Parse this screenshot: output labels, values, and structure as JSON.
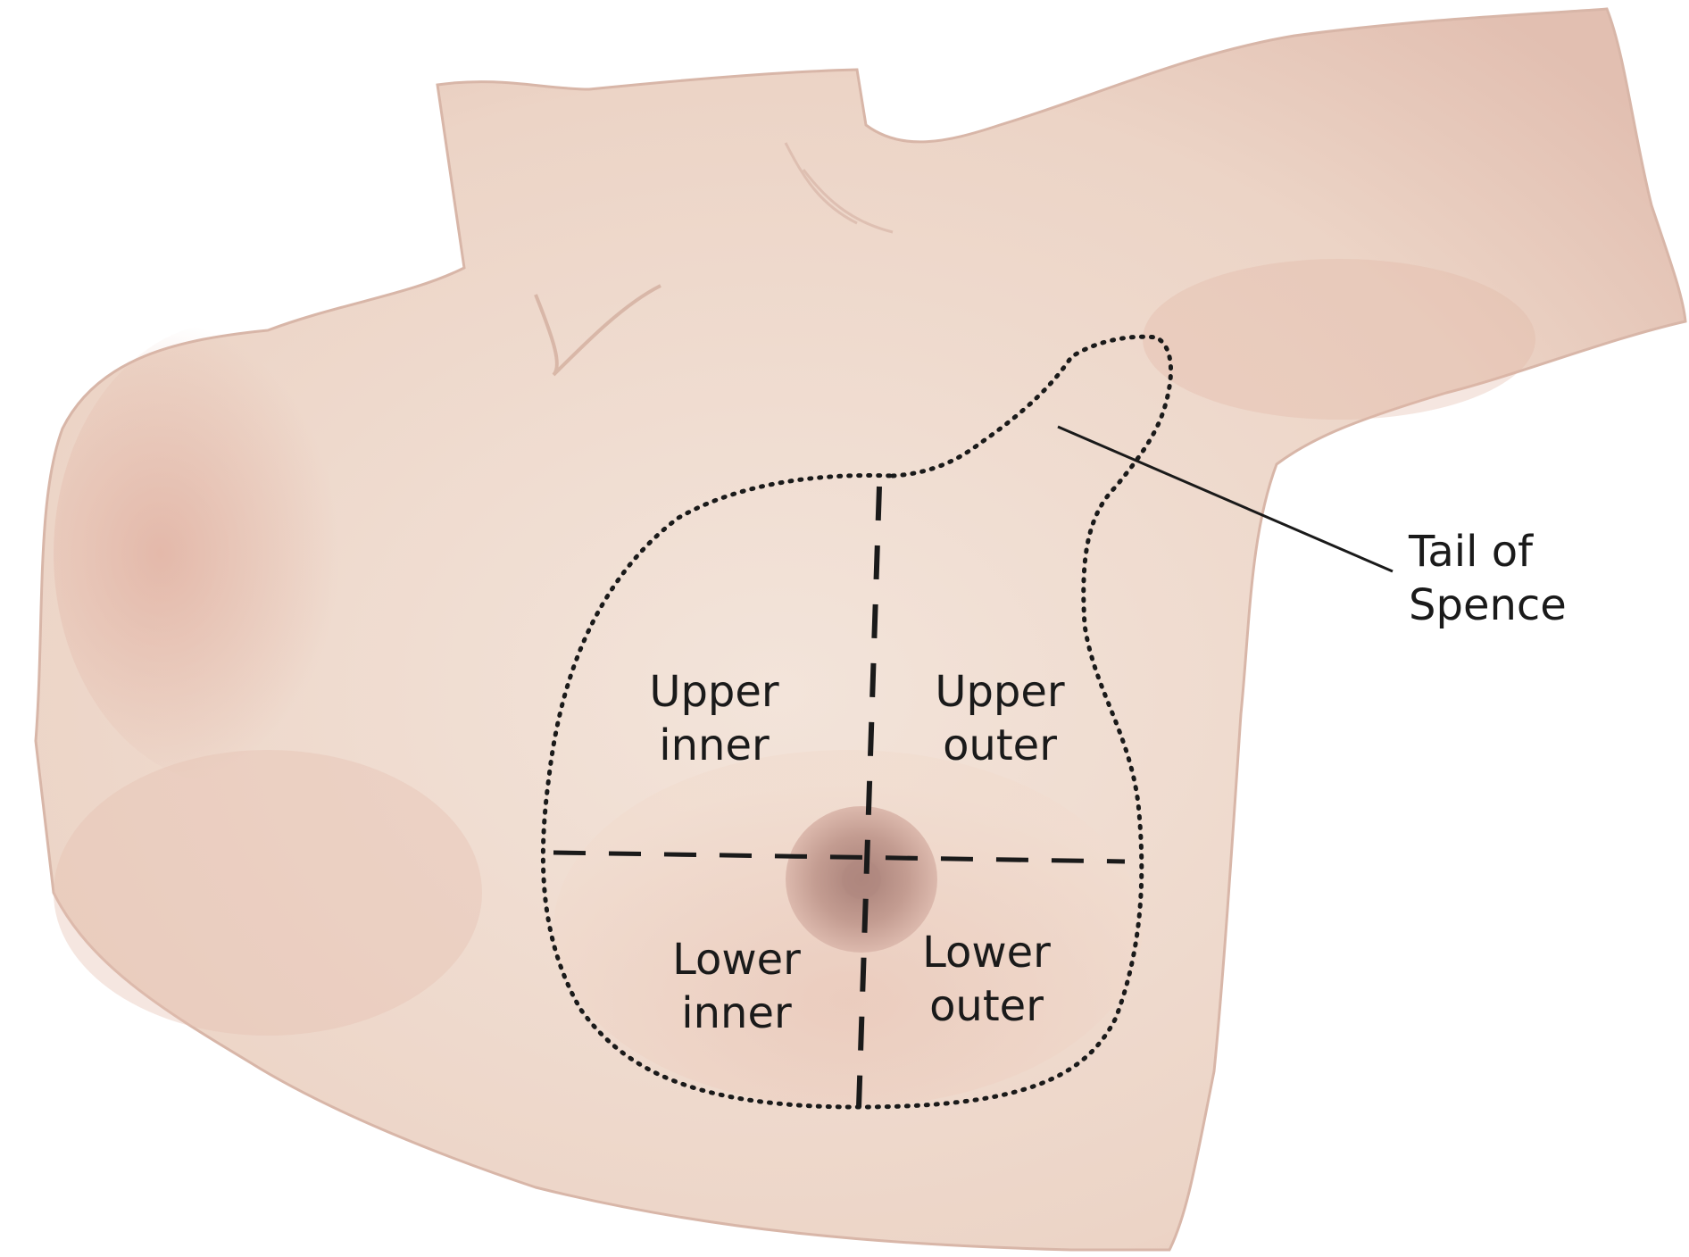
{
  "diagram": {
    "quadrants": {
      "upper_inner": {
        "line1": "Upper",
        "line2": "inner"
      },
      "upper_outer": {
        "line1": "Upper",
        "line2": "outer"
      },
      "lower_inner": {
        "line1": "Lower",
        "line2": "inner"
      },
      "lower_outer": {
        "line1": "Lower",
        "line2": "outer"
      }
    },
    "callout": {
      "line1": "Tail of",
      "line2": "Spence"
    }
  },
  "colors": {
    "skin": "#efd9cc",
    "skin_shadow": "#d9a99b",
    "areola": "#b98f86",
    "outline": "#1a1a1a",
    "background": "#ffffff"
  }
}
